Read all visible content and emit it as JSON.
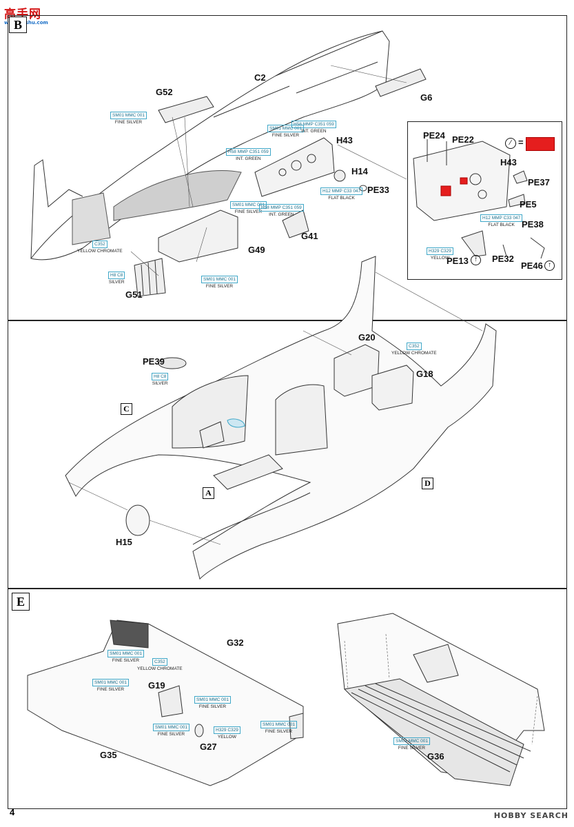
{
  "watermark": {
    "site_cn": "高手网",
    "site_url": "www.hsshu.com",
    "footer": "HOBBY SEARCH"
  },
  "page_number": "4",
  "sections": {
    "B": {
      "letter": "B"
    },
    "E": {
      "letter": "E"
    }
  },
  "inset_box_letters": {
    "A": "A",
    "C": "C",
    "D": "D"
  },
  "legend": {
    "symbol": "=",
    "color": "#e51e1e"
  },
  "part_labels": {
    "G52": "G52",
    "C2": "C2",
    "G6": "G6",
    "H43": "H43",
    "H14": "H14",
    "PE33": "PE33",
    "G41": "G41",
    "G49": "G49",
    "G51": "G51",
    "PE24": "PE24",
    "PE22": "PE22",
    "H43b": "H43",
    "PE37": "PE37",
    "PE5": "PE5",
    "PE38": "PE38",
    "PE13": "PE13",
    "PE32": "PE32",
    "PE46": "PE46",
    "PE39": "PE39",
    "G20": "G20",
    "G18": "G18",
    "H15": "H15",
    "G32": "G32",
    "G19": "G19",
    "G35": "G35",
    "G27": "G27",
    "G36": "G36"
  },
  "callouts": [
    {
      "id": "c1",
      "codes": "SM01 MMC 001",
      "name": "FINE SILVER"
    },
    {
      "id": "c2",
      "codes": "H58 MMP C351 059",
      "name": "INT. GREEN"
    },
    {
      "id": "c3",
      "codes": "SM01 MMC 001",
      "name": "FINE SILVER"
    },
    {
      "id": "c4",
      "codes": "H58 MMP C351 059",
      "name": "INT. GREEN"
    },
    {
      "id": "c5",
      "codes": "SM01 MMC 001",
      "name": "FINE SILVER"
    },
    {
      "id": "c6",
      "codes": "H58 MMP C351 059",
      "name": "INT. GREEN"
    },
    {
      "id": "c7",
      "codes": "H12 MMP C33 047",
      "name": "FLAT BLACK"
    },
    {
      "id": "c8",
      "codes": "C352",
      "name": "YELLOW CHROMATE"
    },
    {
      "id": "c9",
      "codes": "H8 C8",
      "name": "SILVER"
    },
    {
      "id": "c10",
      "codes": "SM01 MMC 001",
      "name": "FINE SILVER"
    },
    {
      "id": "c11",
      "codes": "H12 MMP C33 047",
      "name": "FLAT BLACK"
    },
    {
      "id": "c12",
      "codes": "H329 C329",
      "name": "YELLOW"
    },
    {
      "id": "c13",
      "codes": "C352",
      "name": "YELLOW CHROMATE"
    },
    {
      "id": "c14",
      "codes": "H8 C8",
      "name": "SILVER"
    },
    {
      "id": "c15",
      "codes": "SM01 MMC 001",
      "name": "FINE SILVER"
    },
    {
      "id": "c16",
      "codes": "C352",
      "name": "YELLOW CHROMATE"
    },
    {
      "id": "c17",
      "codes": "SM01 MMC 001",
      "name": "FINE SILVER"
    },
    {
      "id": "c18",
      "codes": "SM01 MMC 001",
      "name": "FINE SILVER"
    },
    {
      "id": "c19",
      "codes": "SM01 MMC 001",
      "name": "FINE SILVER"
    },
    {
      "id": "c20",
      "codes": "H329 C329",
      "name": "YELLOW"
    },
    {
      "id": "c21",
      "codes": "SM01 MMC 001",
      "name": "FINE SILVER"
    },
    {
      "id": "c22",
      "codes": "SM01 MMC 001",
      "name": "FINE SILVER"
    }
  ]
}
